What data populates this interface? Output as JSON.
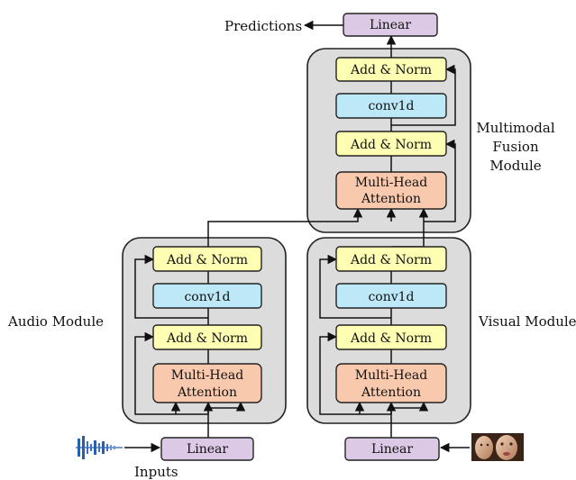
{
  "colors": {
    "module_bg": "#dcdcdc",
    "module_border": "#222222",
    "add_norm": "#ffffb3",
    "conv": "#bde8f7",
    "attention": "#f9c9ad",
    "linear": "#dcc9e6",
    "line": "#111111"
  },
  "labels": {
    "predictions": "Predictions",
    "fusion_line1": "Multimodal",
    "fusion_line2": "Fusion",
    "fusion_line3": "Module",
    "audio_module": "Audio Module",
    "visual_module": "Visual Module",
    "inputs": "Inputs"
  },
  "blocks": {
    "linear": "Linear",
    "add_norm": "Add & Norm",
    "conv": "conv1d",
    "mha_line1": "Multi-Head",
    "mha_line2": "Attention"
  },
  "icons": {
    "audio_input": "waveform-icon",
    "visual_input": "face-image-icon"
  }
}
